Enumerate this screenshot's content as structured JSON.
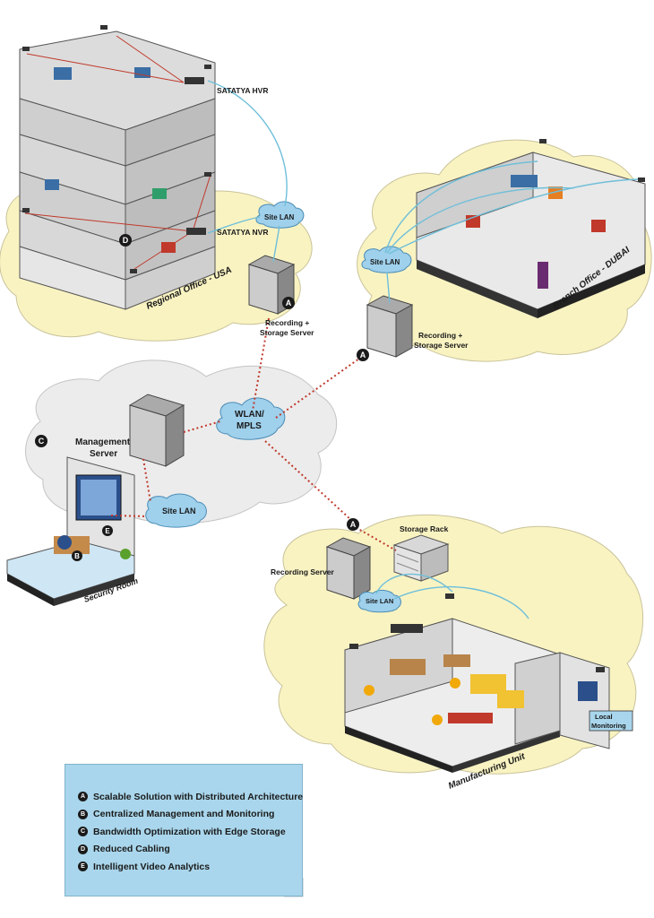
{
  "labels": {
    "satatya_hvr": "SATATYA HVR",
    "satatya_nvr": "SATATYA NVR",
    "site_lan": "Site LAN",
    "regional_office": "Regional Office - USA",
    "recording_storage_line1": "Recording +",
    "recording_storage_line2": "Storage Server",
    "branch_office": "Branch Office - DUBAI",
    "management_line1": "Management",
    "management_line2": "Server",
    "wlan_line1": "WLAN/",
    "wlan_line2": "MPLS",
    "security_room": "Security Room",
    "storage_rack": "Storage Rack",
    "recording_server": "Recording Server",
    "local_monitoring_line1": "Local",
    "local_monitoring_line2": "Monitoring",
    "manufacturing_unit": "Manufacturing Unit"
  },
  "badges": {
    "a": "A",
    "b": "B",
    "c": "C",
    "d": "D",
    "e": "E"
  },
  "legend": {
    "items": [
      {
        "badge": "A",
        "text": "Scalable Solution with Distributed Architecture"
      },
      {
        "badge": "B",
        "text": "Centralized Management and Monitoring"
      },
      {
        "badge": "C",
        "text": "Bandwidth Optimization with Edge Storage"
      },
      {
        "badge": "D",
        "text": "Reduced Cabling"
      },
      {
        "badge": "E",
        "text": "Intelligent Video Analytics"
      }
    ]
  },
  "colors": {
    "cloud_yellow": "#f9f3c2",
    "cloud_grey": "#ececec",
    "lan_blue": "#9fd0ec",
    "link_red": "#c0392b",
    "legend_blue": "#a9d6ec"
  }
}
